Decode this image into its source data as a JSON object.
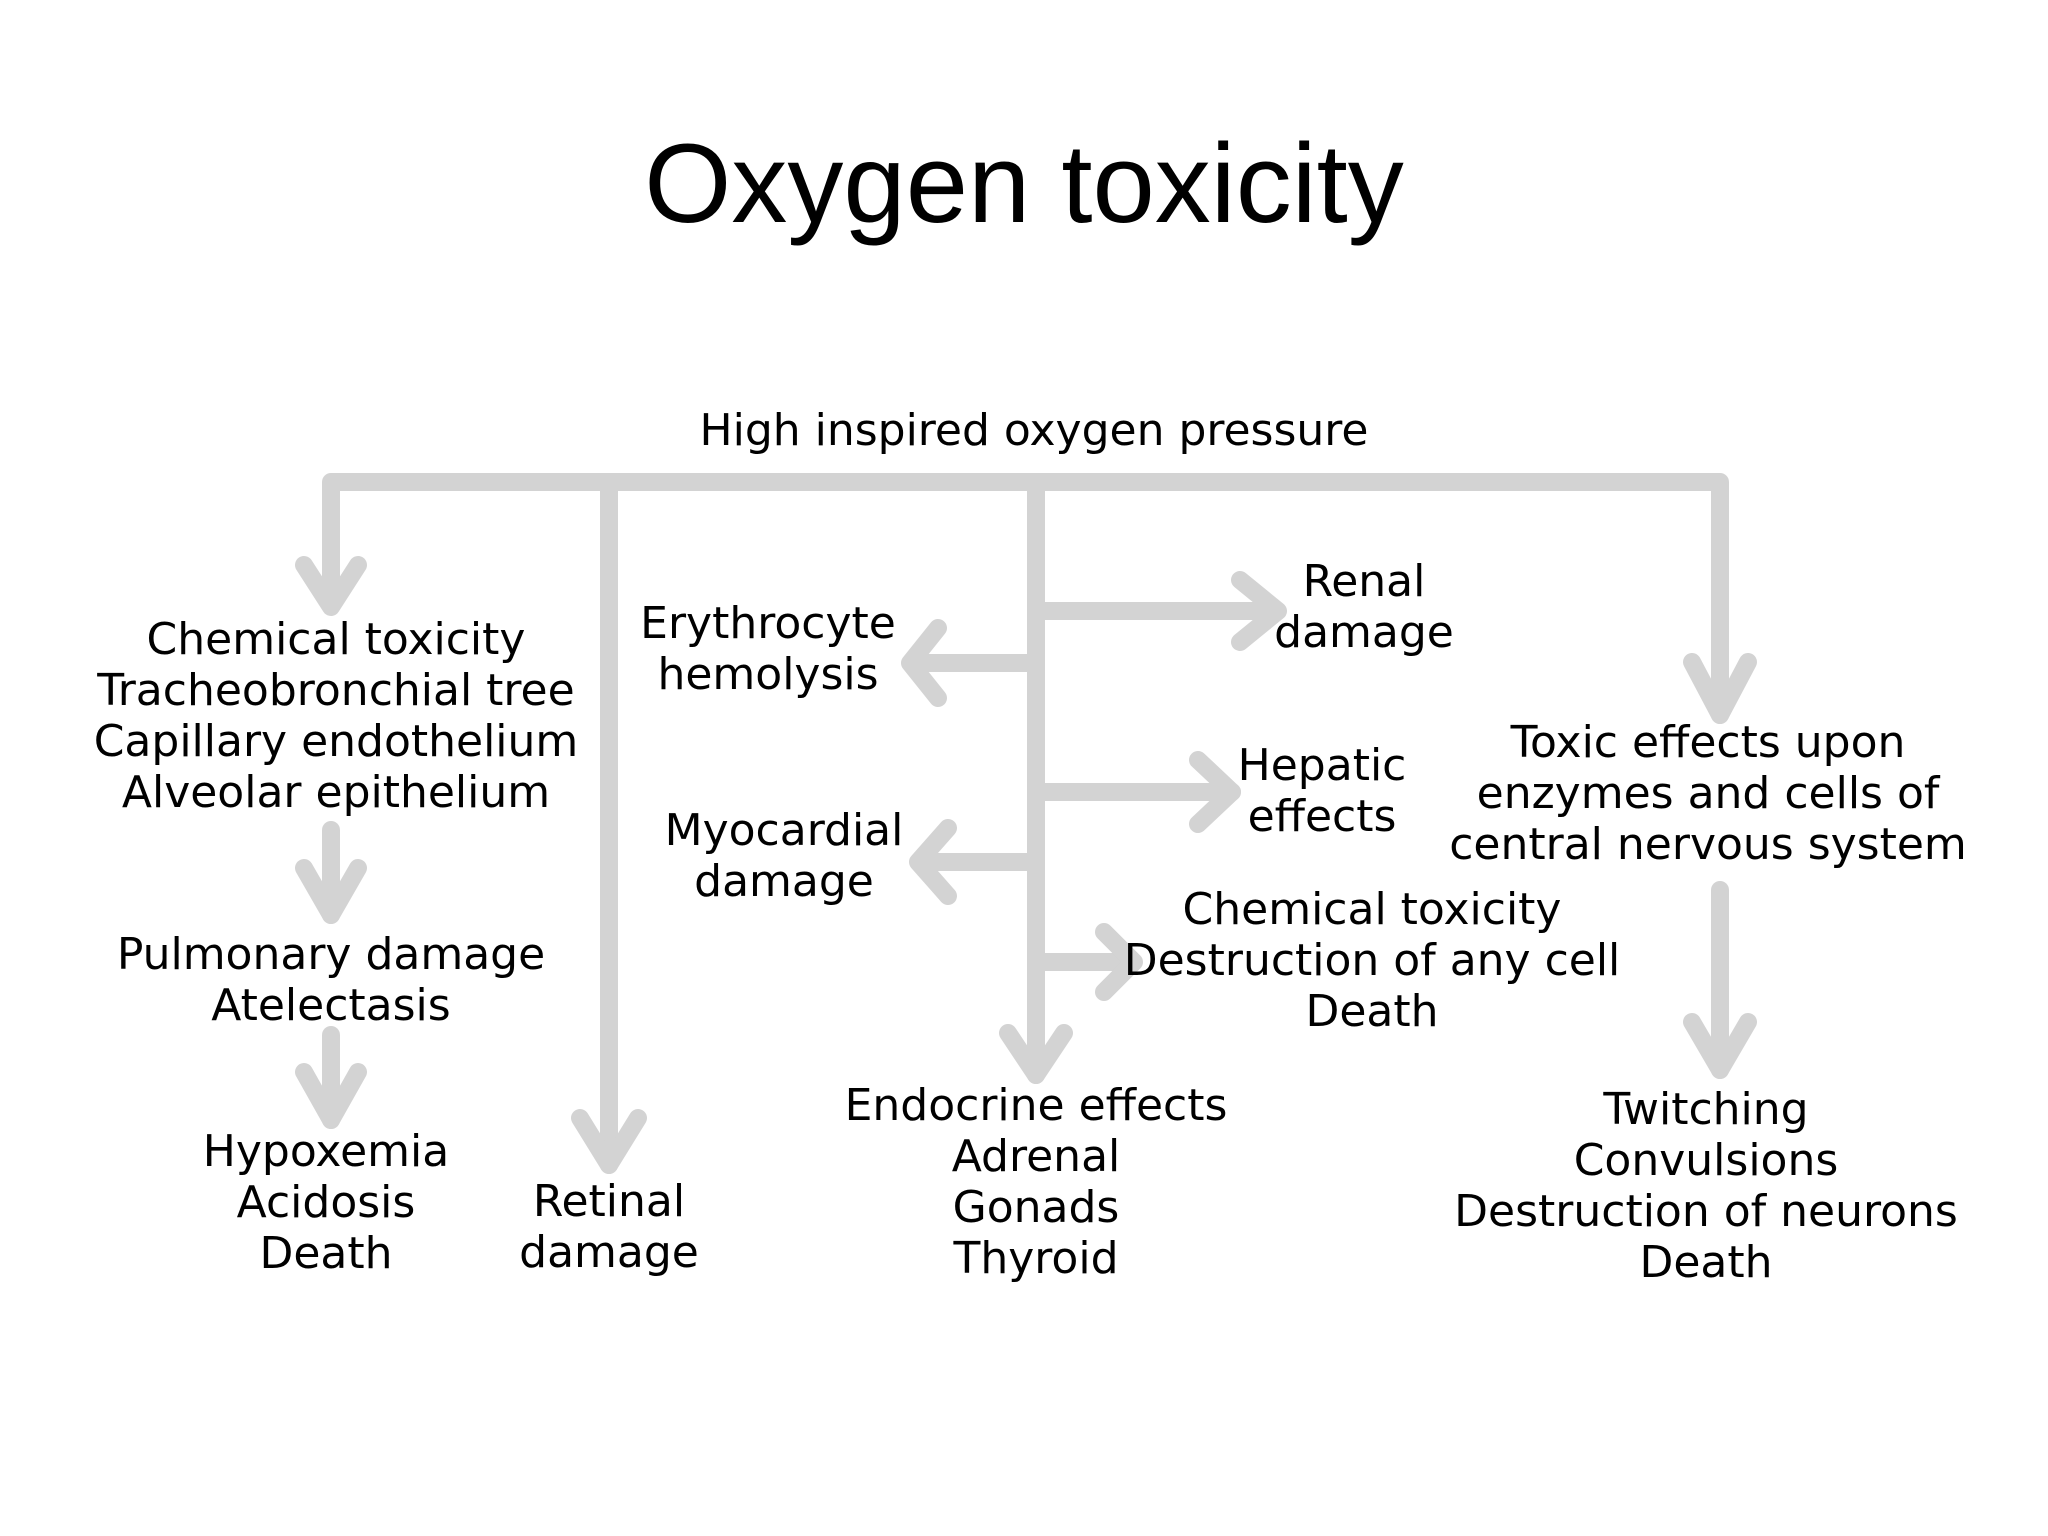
{
  "title": "Oxygen toxicity",
  "diagram": {
    "root": "High inspired oxygen pressure",
    "chemical_toxicity_lungs": [
      "Chemical toxicity",
      "Tracheobronchial tree",
      "Capillary endothelium",
      "Alveolar epithelium"
    ],
    "pulmonary_damage": [
      "Pulmonary damage",
      "Atelectasis"
    ],
    "hypoxemia": [
      "Hypoxemia",
      "Acidosis",
      "Death"
    ],
    "retinal_damage": [
      "Retinal",
      "damage"
    ],
    "erythrocyte_hemolysis": [
      "Erythrocyte",
      "hemolysis"
    ],
    "myocardial_damage": [
      "Myocardial",
      "damage"
    ],
    "renal_damage": [
      "Renal",
      "damage"
    ],
    "hepatic_effects": [
      "Hepatic",
      "effects"
    ],
    "chemical_toxicity_cells": [
      "Chemical toxicity",
      "Destruction of any cell",
      "Death"
    ],
    "endocrine_effects": [
      "Endocrine effects",
      "Adrenal",
      "Gonads",
      "Thyroid"
    ],
    "cns_effects": [
      "Toxic effects upon",
      "enzymes and cells of",
      "central nervous system"
    ],
    "cns_outcomes": [
      "Twitching",
      "Convulsions",
      "Destruction of neurons",
      "Death"
    ],
    "colors": {
      "connector": "#d3d3d3",
      "text": "#000000",
      "background": "#ffffff"
    }
  }
}
